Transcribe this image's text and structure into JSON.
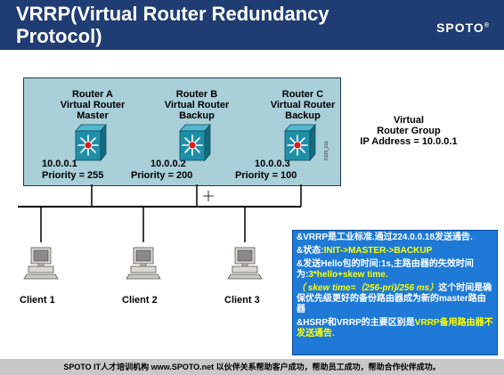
{
  "header": {
    "title_line1": "VRRP(Virtual Router  Redundancy",
    "title_line2": "Protocol)",
    "logo": "SPOTO"
  },
  "routers": [
    {
      "name": "Router A",
      "role_line1": "Virtual Router",
      "role_line2": "Master",
      "ip": "10.0.0.1",
      "priority": "Priority = 255"
    },
    {
      "name": "Router B",
      "role_line1": "Virtual Router",
      "role_line2": "Backup",
      "ip": "10.0.0.2",
      "priority": "Priority = 200"
    },
    {
      "name": "Router C",
      "role_line1": "Virtual Router",
      "role_line2": "Backup",
      "ip": "10.0.0.3",
      "priority": "Priority = 100"
    }
  ],
  "virtual_group": {
    "line1": "Virtual",
    "line2": "Router Group",
    "line3": "IP Address = 10.0.0.1"
  },
  "figure_tag": "5109_011",
  "clients": [
    "Client 1",
    "Client 2",
    "Client 3"
  ],
  "info": {
    "p1": "&VRRP是工业标准.通过224.0.0.18发送通告.",
    "p2_prefix": "&状态:",
    "p2_highlight": "INIT->MASTER->BACKUP",
    "p3_prefix": "&发送Hello包的时间:1s,主路由器的失效时间为:",
    "p3_highlight": "3*hello+skew time.",
    "p4_highlight": "（ skew time=（256-pri)/256 ms）",
    "p4_rest": "这个时间是确保优先级更好的备份路由器成为新的master路由器",
    "p5_prefix": "&HSRP和VRRP的主要区别是",
    "p5_highlight": "VRRP备用路由器不发送通告."
  },
  "footer": "SPOTO IT人才培训机构   www.SPOTO.net   以伙伴关系帮助客户成功，帮助员工成功，帮助合作伙伴成功。",
  "colors": {
    "header_bg": "#1f3d73",
    "diagram_bg": "#a9cfd8",
    "router_teal": "#1f8fa8",
    "info_bg": "#1e7ad6",
    "highlight": "#ffff00",
    "footer_bg": "#c8c8c8"
  }
}
